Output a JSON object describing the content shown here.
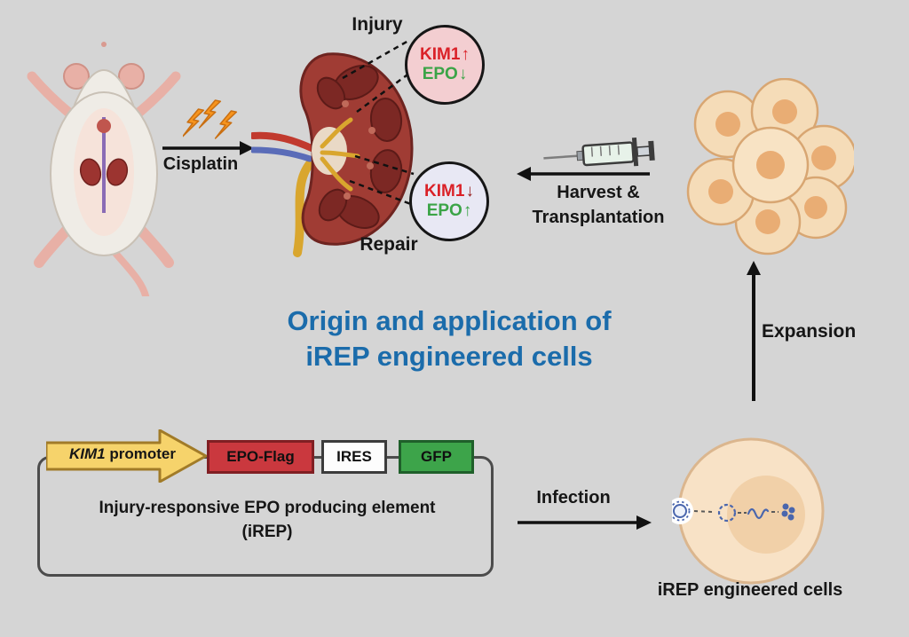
{
  "colors": {
    "background": "#d5d5d5",
    "title_blue": "#1b6cab",
    "kim1_red": "#da2128",
    "kim1_down_red": "#96201f",
    "epo_green": "#3ba447",
    "injury_badge_fill": "#f3ced1",
    "repair_badge_fill": "#e8e8f4",
    "promoter_yellow": "#f6d36b",
    "epo_flag_red": "#ca383e",
    "gfp_green": "#3da44a",
    "lightning_orange": "#f7941d",
    "cell_fill": "#f5dcb8",
    "nucleus_fill": "#e9ad74"
  },
  "title": {
    "line1": "Origin and application of",
    "line2": "iREP engineered cells"
  },
  "labels": {
    "injury": "Injury",
    "repair": "Repair",
    "cisplatin": "Cisplatin",
    "harvest_line1": "Harvest &",
    "harvest_line2": "Transplantation",
    "expansion": "Expansion",
    "infection": "Infection",
    "irep_cells": "iREP engineered cells"
  },
  "badges": {
    "injury": {
      "kim1": "KIM1",
      "kim1_arrow": "↑",
      "epo": "EPO",
      "epo_arrow": "↓"
    },
    "repair": {
      "kim1": "KIM1",
      "kim1_arrow": "↓",
      "epo": "EPO",
      "epo_arrow": "↑"
    }
  },
  "construct": {
    "promoter_gene": "KIM1",
    "promoter_suffix": " promoter",
    "epo_flag": "EPO-Flag",
    "ires": "IRES",
    "gfp": "GFP",
    "caption_line1": "Injury-responsive EPO producing element",
    "caption_line2": "(iREP)"
  },
  "icons": {
    "mouse": "laboratory-mouse",
    "lightning": "lightning-bolts",
    "kidney": "kidney-cross-section",
    "syringe": "syringe",
    "cell_cluster": "cell-cluster",
    "engineered_cell": "engineered-cell",
    "virus": "virus-particle",
    "plasmid": "plasmid",
    "rna": "rna-transcript",
    "protein": "protein-cluster"
  }
}
